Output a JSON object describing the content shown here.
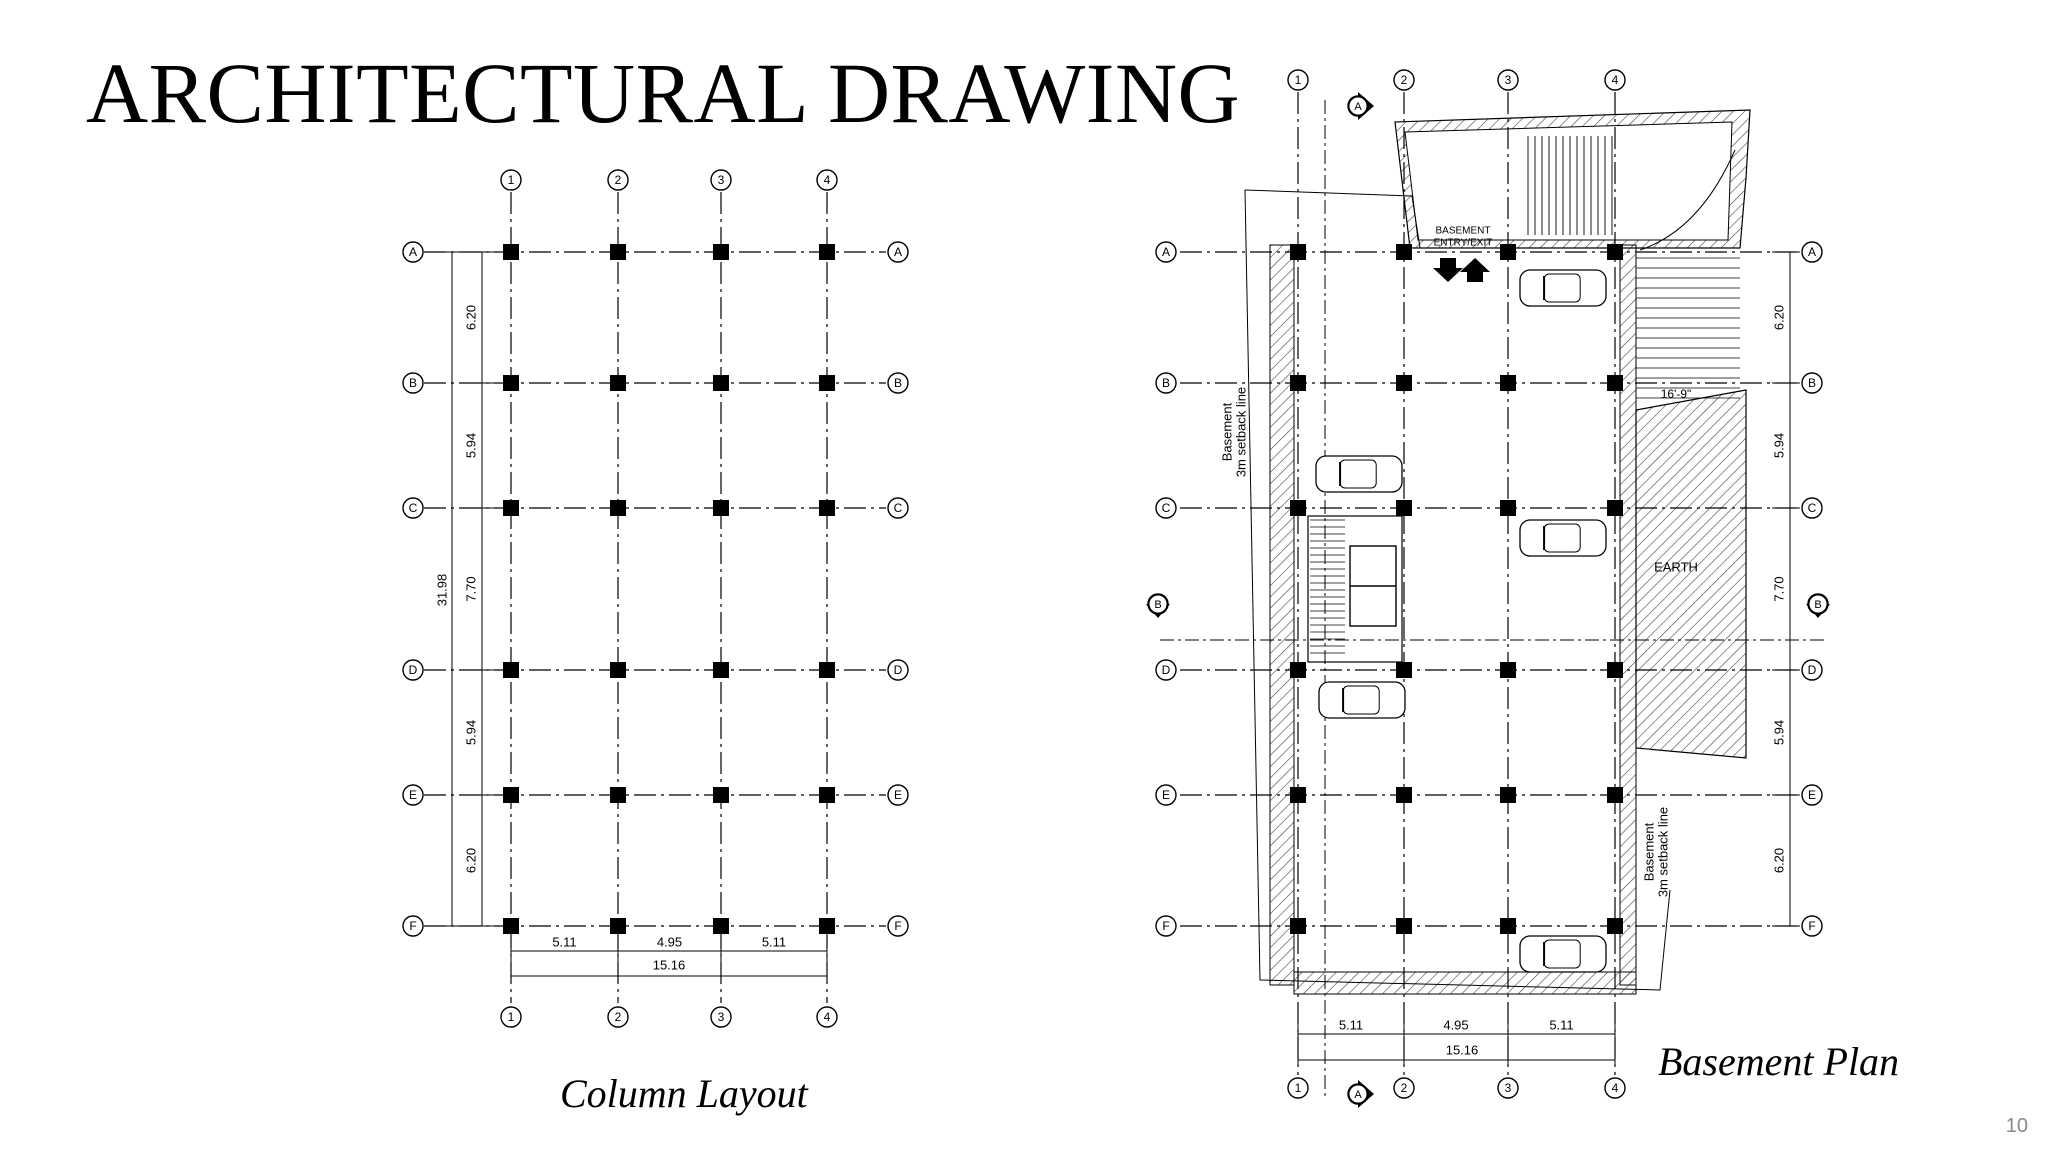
{
  "slide": {
    "title": "ARCHITECTURAL DRAWING",
    "page_number": "10"
  },
  "column_layout": {
    "caption": "Column Layout",
    "grid_columns": [
      "1",
      "2",
      "3",
      "4"
    ],
    "grid_rows": [
      "A",
      "B",
      "C",
      "D",
      "E",
      "F"
    ],
    "row_spacings": [
      "6.20",
      "5.94",
      "7.70",
      "5.94",
      "6.20"
    ],
    "total_length": "31.98",
    "column_spacings": [
      "5.11",
      "4.95",
      "5.11"
    ],
    "total_width": "15.16"
  },
  "basement_plan": {
    "caption": "Basement Plan",
    "grid_columns": [
      "1",
      "2",
      "3",
      "4"
    ],
    "grid_rows": [
      "A",
      "B",
      "C",
      "D",
      "E",
      "F"
    ],
    "row_spacings": [
      "6.20",
      "5.94",
      "7.70",
      "5.94",
      "6.20"
    ],
    "column_spacings": [
      "5.11",
      "4.95",
      "5.11"
    ],
    "total_width": "15.16",
    "entry_label_line1": "BASEMENT",
    "entry_label_line2": "ENTRY/EXIT",
    "setback_line1": "Basement",
    "setback_line2": "3m setback line",
    "earth_label": "EARTH",
    "ramp_dimension": "16'-9\"",
    "section_a": "A",
    "section_b": "B"
  }
}
